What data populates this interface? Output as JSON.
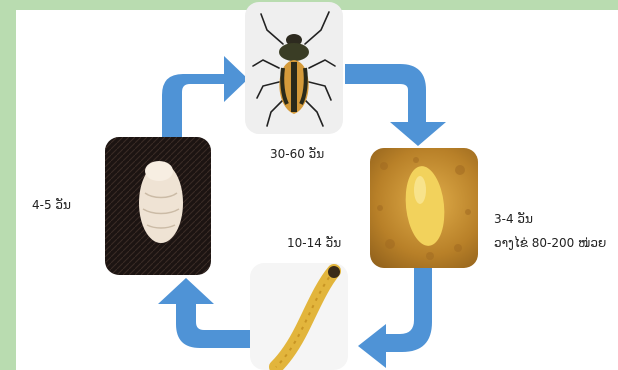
{
  "stages": {
    "adult": {
      "name": "adult-beetle",
      "duration": "30-60 ວັນ"
    },
    "egg": {
      "name": "egg",
      "duration": "3-4 ວັນ",
      "note": "ວາງໄຂ່ 80-200 ໜ່ວຍ"
    },
    "larva": {
      "name": "larva",
      "duration": "10-14 ວັນ"
    },
    "pupa": {
      "name": "pupa",
      "duration": "4-5 ວັນ"
    }
  },
  "colors": {
    "arrow": "#4f93d6",
    "border": "#b9dcb0",
    "adult_bg": "#eeeeee",
    "egg_bg": "#b9832a",
    "larva_body": "#e2b53c",
    "pupa_bg": "#1c1412"
  }
}
